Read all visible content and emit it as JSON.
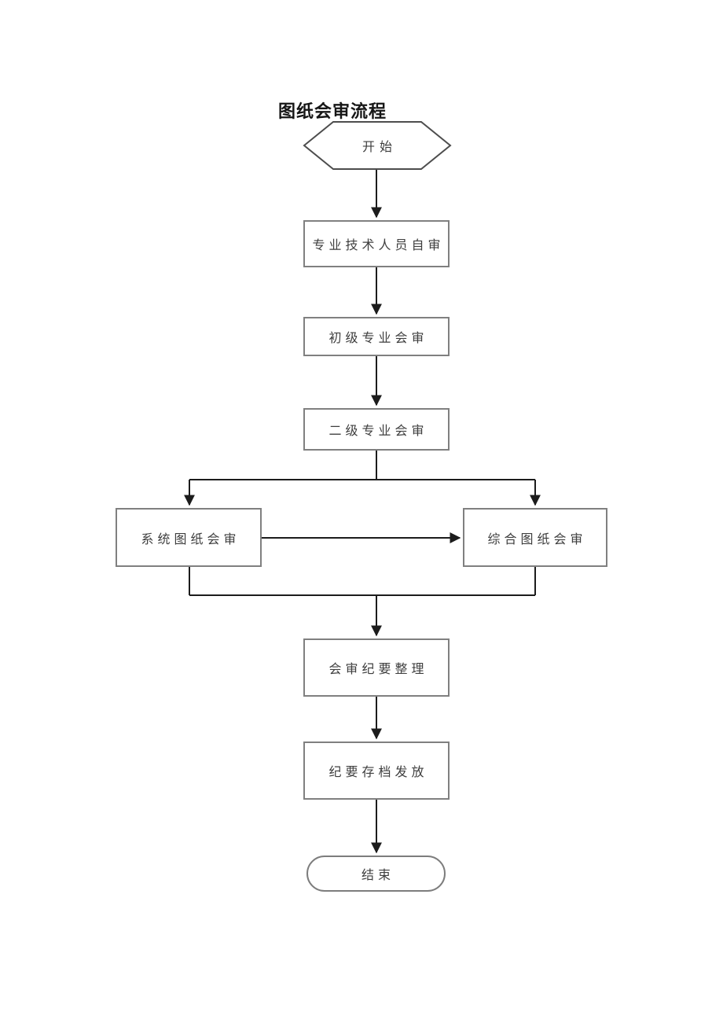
{
  "page": {
    "title": "图纸会审流程"
  },
  "flowchart": {
    "nodes": [
      {
        "id": "start",
        "type": "hexagon",
        "label": "开始"
      },
      {
        "id": "self-review",
        "type": "process",
        "label": "专业技术人员自审"
      },
      {
        "id": "primary-review",
        "type": "process",
        "label": "初级专业会审"
      },
      {
        "id": "secondary-review",
        "type": "process",
        "label": "二级专业会审"
      },
      {
        "id": "system-drawing-review",
        "type": "process",
        "label": "系统图纸会审"
      },
      {
        "id": "comprehensive-drawing-review",
        "type": "process",
        "label": "综合图纸会审"
      },
      {
        "id": "minutes-organization",
        "type": "process",
        "label": "会审纪要整理"
      },
      {
        "id": "minutes-archiving",
        "type": "process",
        "label": "纪要存档发放"
      },
      {
        "id": "end",
        "type": "terminator",
        "label": "结束"
      }
    ],
    "edges": [
      {
        "from": "start",
        "to": "self-review"
      },
      {
        "from": "self-review",
        "to": "primary-review"
      },
      {
        "from": "primary-review",
        "to": "secondary-review"
      },
      {
        "from": "secondary-review",
        "to": "system-drawing-review"
      },
      {
        "from": "secondary-review",
        "to": "comprehensive-drawing-review"
      },
      {
        "from": "system-drawing-review",
        "to": "comprehensive-drawing-review"
      },
      {
        "from": "system-drawing-review",
        "to": "minutes-organization"
      },
      {
        "from": "comprehensive-drawing-review",
        "to": "minutes-organization"
      },
      {
        "from": "minutes-organization",
        "to": "minutes-archiving"
      },
      {
        "from": "minutes-archiving",
        "to": "end"
      }
    ],
    "colors": {
      "background": "#ffffff",
      "connector_line": "#1c1c1c",
      "box_border": "#808080",
      "hexagon_border": "#4d4d4d",
      "text": "#3e3e3e",
      "title_text": "#161616"
    }
  }
}
